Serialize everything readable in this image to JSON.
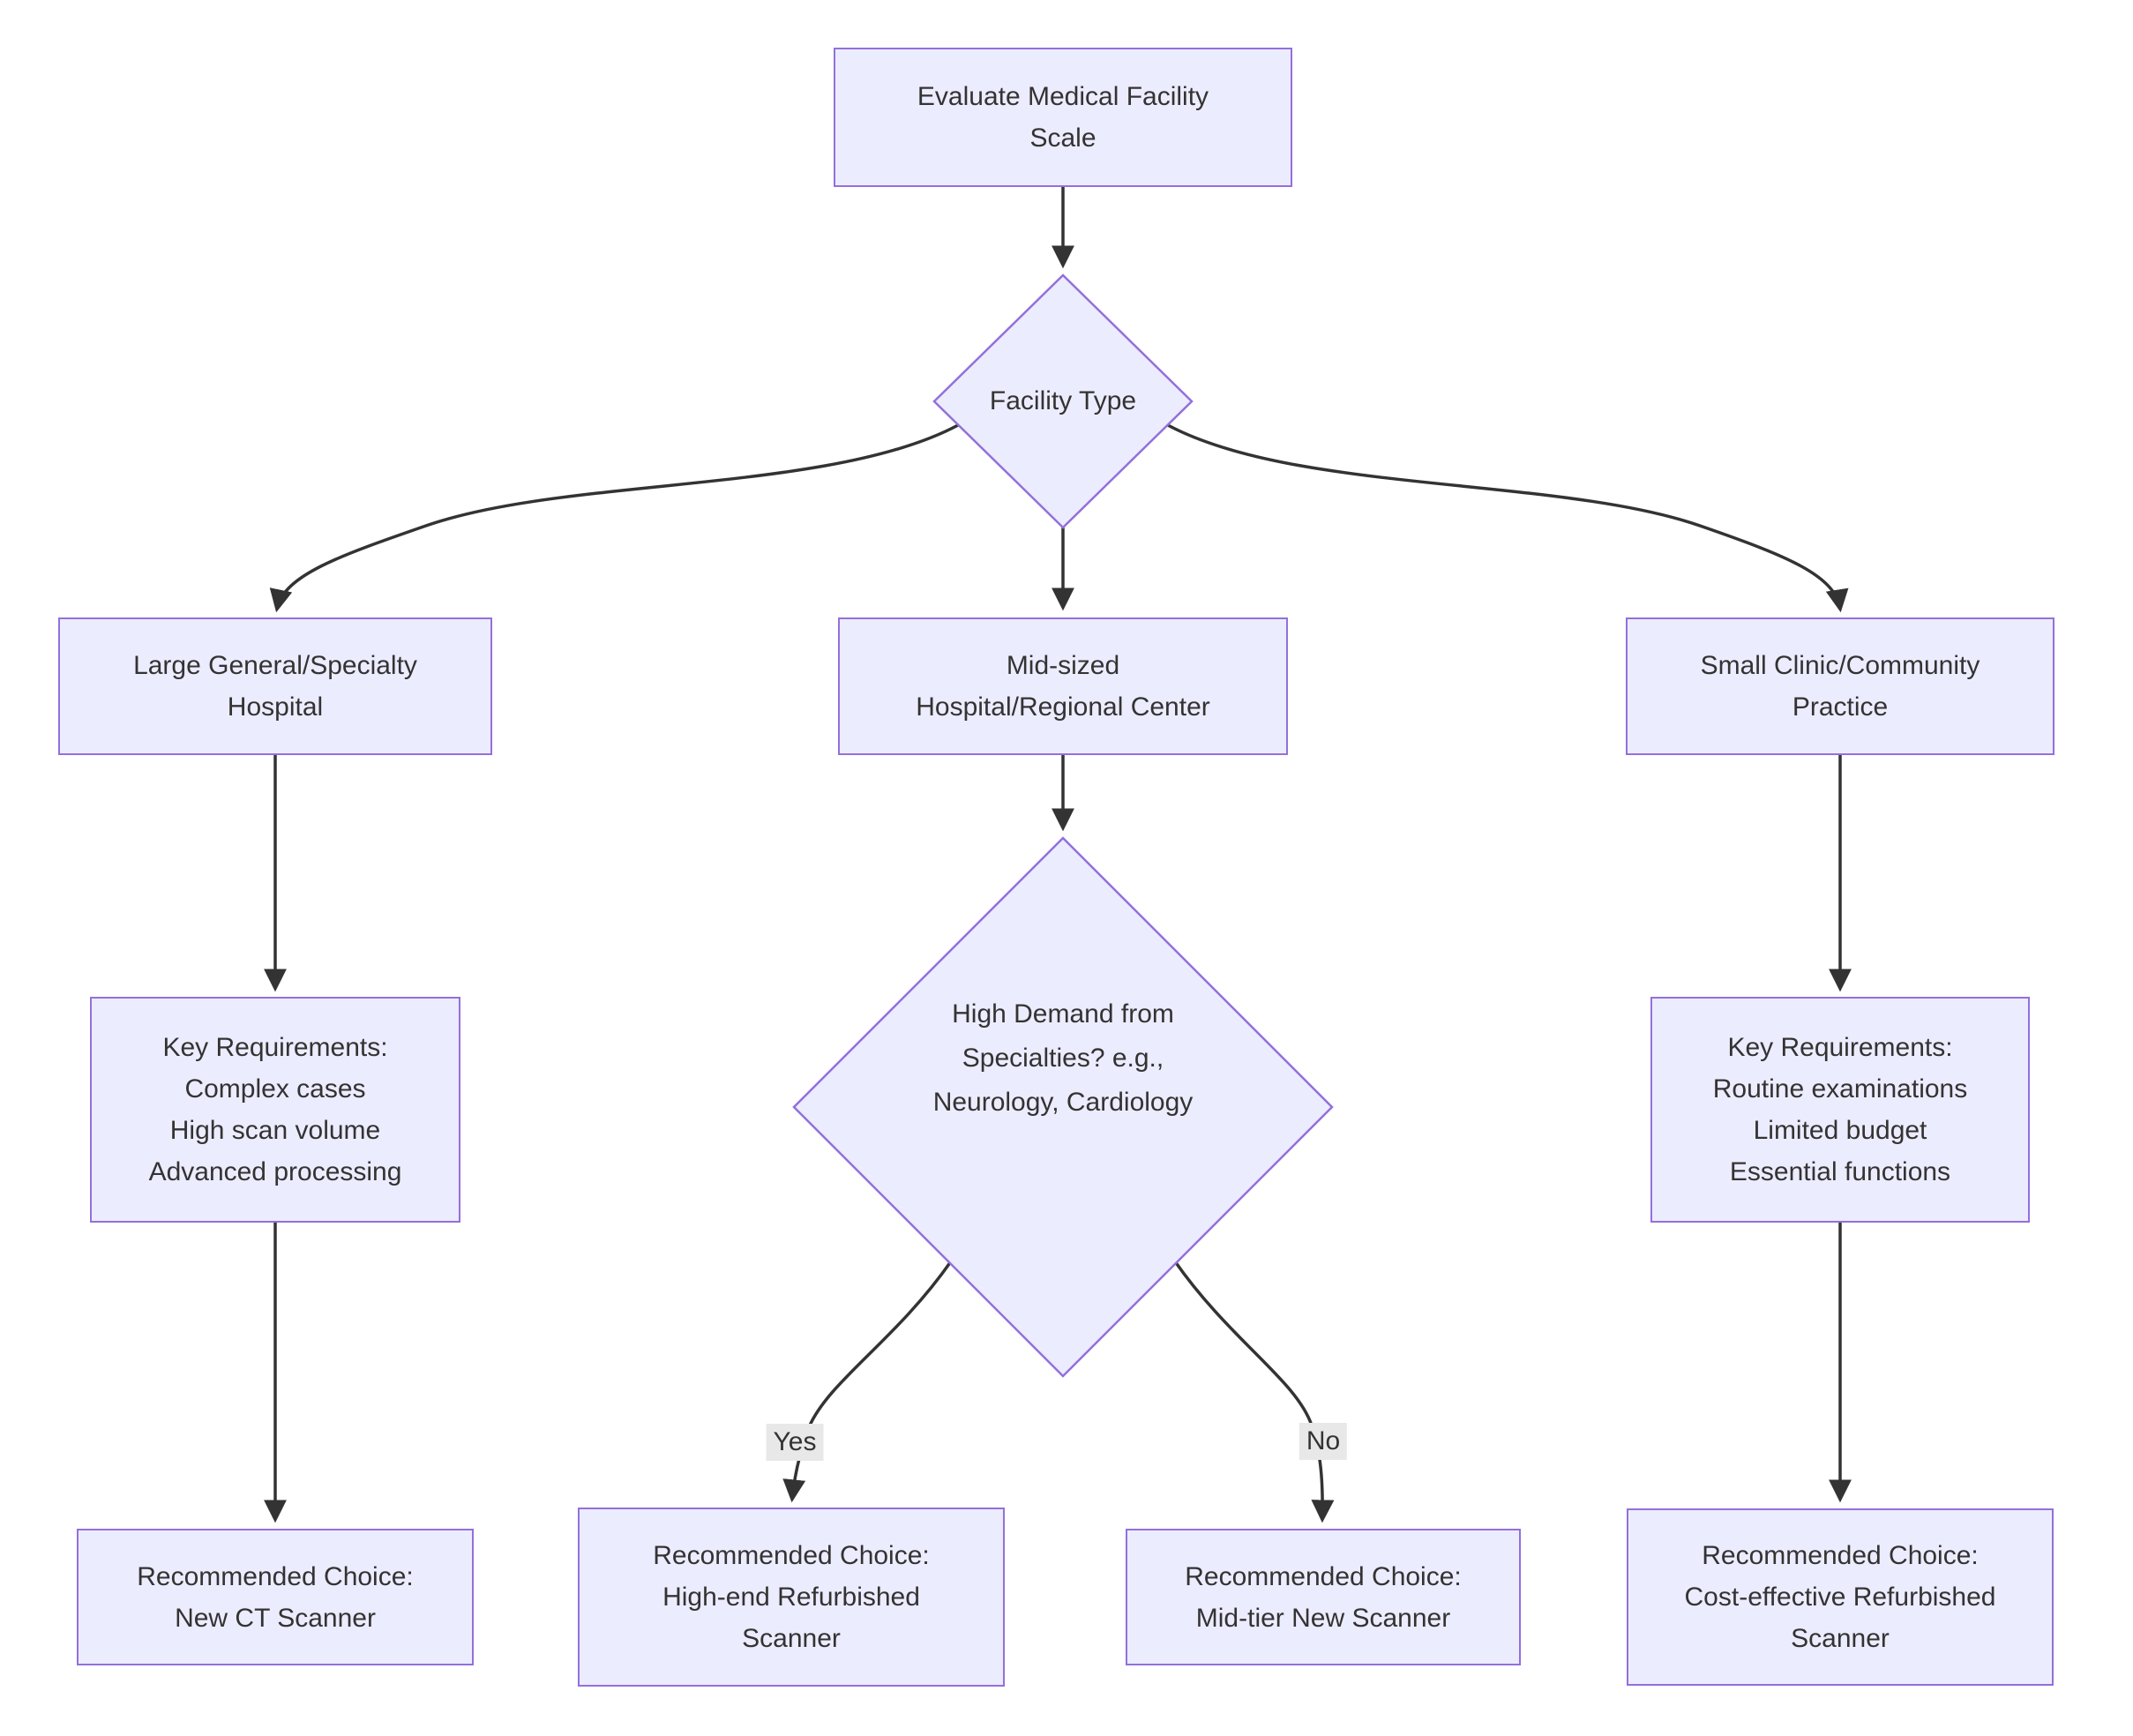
{
  "diagram": {
    "page_bg": "#ffffff",
    "node_fill": "#ECECFF",
    "node_border": "#9370DB",
    "edge_color": "#333333",
    "text_color": "#333333",
    "edge_label_bg": "#e8e8e8"
  },
  "nodes": {
    "evaluate": {
      "lines": [
        "Evaluate Medical Facility",
        "Scale"
      ]
    },
    "facility_type": {
      "lines": [
        "Facility Type"
      ]
    },
    "large_hospital": {
      "lines": [
        "Large General/Specialty",
        "Hospital"
      ]
    },
    "mid_hospital": {
      "lines": [
        "Mid-sized",
        "Hospital/Regional Center"
      ]
    },
    "small_clinic": {
      "lines": [
        "Small Clinic/Community",
        "Practice"
      ]
    },
    "large_requirements": {
      "lines": [
        "Key Requirements:",
        "Complex cases",
        "High scan volume",
        "Advanced processing"
      ]
    },
    "high_demand": {
      "lines": [
        "High Demand from",
        "Specialties? e.g.,",
        "Neurology, Cardiology"
      ]
    },
    "small_requirements": {
      "lines": [
        "Key Requirements:",
        "Routine examinations",
        "Limited budget",
        "Essential functions"
      ]
    },
    "rec_new_ct": {
      "lines": [
        "Recommended Choice:",
        "New CT Scanner"
      ]
    },
    "rec_high_end_refurbished": {
      "lines": [
        "Recommended Choice:",
        "High-end Refurbished",
        "Scanner"
      ]
    },
    "rec_mid_tier_new": {
      "lines": [
        "Recommended Choice:",
        "Mid-tier New Scanner"
      ]
    },
    "rec_cost_effective_refurbished": {
      "lines": [
        "Recommended Choice:",
        "Cost-effective Refurbished",
        "Scanner"
      ]
    }
  },
  "edge_labels": {
    "yes": "Yes",
    "no": "No"
  }
}
